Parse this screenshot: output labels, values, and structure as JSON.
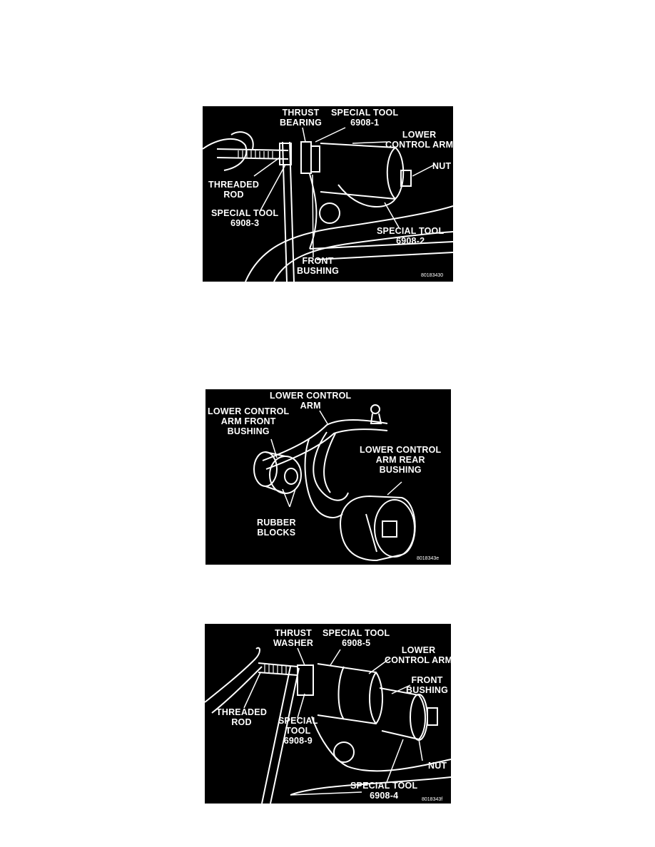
{
  "figures": [
    {
      "labels": {
        "thrust_bearing": "THRUST\nBEARING",
        "special_tool_1": "SPECIAL TOOL\n6908-1",
        "lower_control_arm": "LOWER\nCONTROL ARM",
        "nut": "NUT",
        "threaded_rod": "THREADED\nROD",
        "special_tool_3": "SPECIAL TOOL\n6908-3",
        "special_tool_2": "SPECIAL TOOL\n6908-2",
        "front_bushing": "FRONT\nBUSHING"
      },
      "code": "80183430"
    },
    {
      "labels": {
        "lower_control_arm": "LOWER CONTROL\nARM",
        "front_bushing": "LOWER CONTROL\nARM FRONT\nBUSHING",
        "rear_bushing": "LOWER CONTROL\nARM REAR\nBUSHING",
        "rubber_blocks": "RUBBER\nBLOCKS"
      },
      "code": "8018343e"
    },
    {
      "labels": {
        "thrust_washer": "THRUST\nWASHER",
        "special_tool_5": "SPECIAL TOOL\n6908-5",
        "lower_control_arm": "LOWER\nCONTROL ARM",
        "front_bushing": "FRONT\nBUSHING",
        "threaded_rod": "THREADED\nROD",
        "special_tool_9": "SPECIAL\nTOOL\n6908-9",
        "nut": "NUT",
        "special_tool_4": "SPECIAL TOOL\n6908-4"
      },
      "code": "8018343f"
    }
  ]
}
